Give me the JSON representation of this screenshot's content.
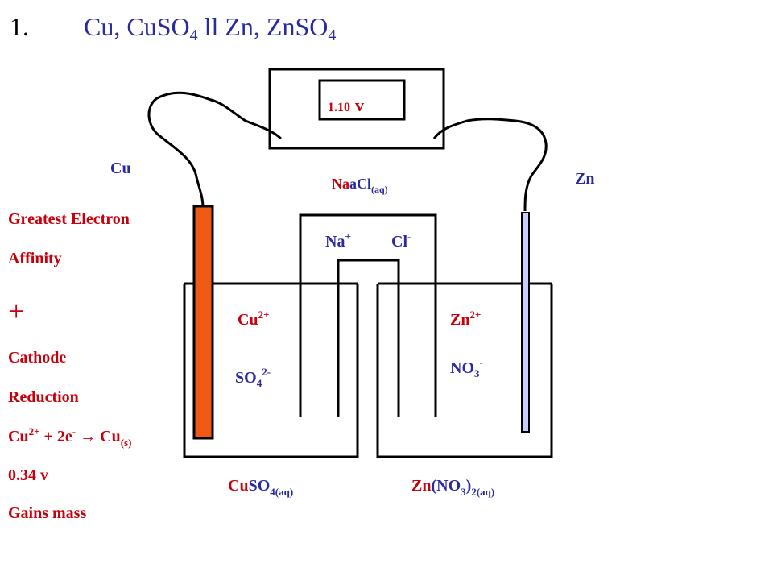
{
  "title": {
    "number": "1.",
    "cu": "Cu, CuSO",
    "sub1": "4",
    "mid": " ll Zn, ZnSO",
    "sub2": "4"
  },
  "voltmeter": {
    "value": "1.10",
    "unit": "v"
  },
  "electrodes": {
    "left": "Cu",
    "right": "Zn"
  },
  "salt_bridge": {
    "na": "Na",
    "na_sub": "aCl",
    "aq": "(aq)",
    "ion_na": "Na",
    "ion_na_sup": "+",
    "ion_cl": "Cl",
    "ion_cl_sup": "-"
  },
  "left_cell": {
    "cation": "Cu",
    "cation_sup": "2+",
    "anion": "SO",
    "anion_sub": "4",
    "anion_sup": "2-",
    "solution_cu": "Cu",
    "solution_rest": "SO",
    "solution_sub": "4(aq)"
  },
  "right_cell": {
    "cation": "Zn",
    "cation_sup": "2+",
    "anion": "NO",
    "anion_sub": "3",
    "anion_sup": "-",
    "solution_zn": "Zn",
    "solution_rest": "(NO",
    "solution_sub1": "3",
    "solution_close": ")",
    "solution_sub2": "2(aq)"
  },
  "notes": {
    "affinity1": "Greatest Electron",
    "affinity2": "Affinity",
    "plus": "+",
    "cathode": "Cathode",
    "reduction": "Reduction",
    "eq_cu": "Cu",
    "eq_sup1": "2+",
    "eq_mid": " + 2e",
    "eq_sup2": "-",
    "eq_arrow": " →  Cu",
    "eq_sub": "(s)",
    "potential": "0.34 v",
    "mass": "Gains mass"
  },
  "colors": {
    "red": "#c8000c",
    "blue": "#2b2ba0",
    "copper": "#f05a14",
    "zinc": "#c8ccff"
  }
}
